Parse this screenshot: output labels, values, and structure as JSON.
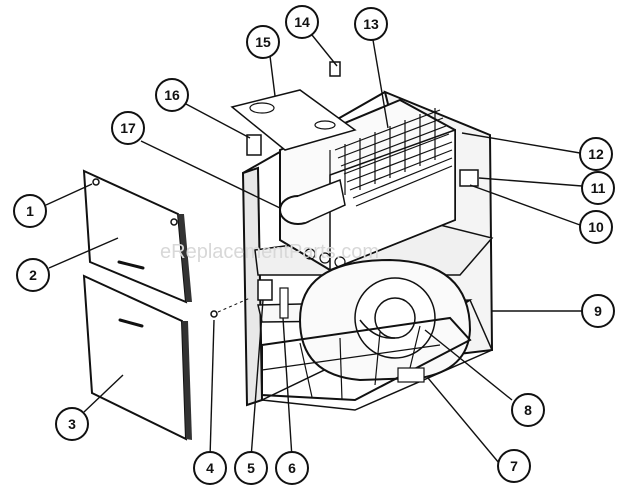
{
  "watermark": "eReplacementParts.com",
  "callouts": [
    {
      "id": "1",
      "label": "1"
    },
    {
      "id": "2",
      "label": "2"
    },
    {
      "id": "3",
      "label": "3"
    },
    {
      "id": "4",
      "label": "4"
    },
    {
      "id": "5",
      "label": "5"
    },
    {
      "id": "6",
      "label": "6"
    },
    {
      "id": "7",
      "label": "7"
    },
    {
      "id": "8",
      "label": "8"
    },
    {
      "id": "9",
      "label": "9"
    },
    {
      "id": "10",
      "label": "10"
    },
    {
      "id": "11",
      "label": "11"
    },
    {
      "id": "12",
      "label": "12"
    },
    {
      "id": "13",
      "label": "13"
    },
    {
      "id": "14",
      "label": "14"
    },
    {
      "id": "15",
      "label": "15"
    },
    {
      "id": "16",
      "label": "16"
    },
    {
      "id": "17",
      "label": "17"
    }
  ]
}
